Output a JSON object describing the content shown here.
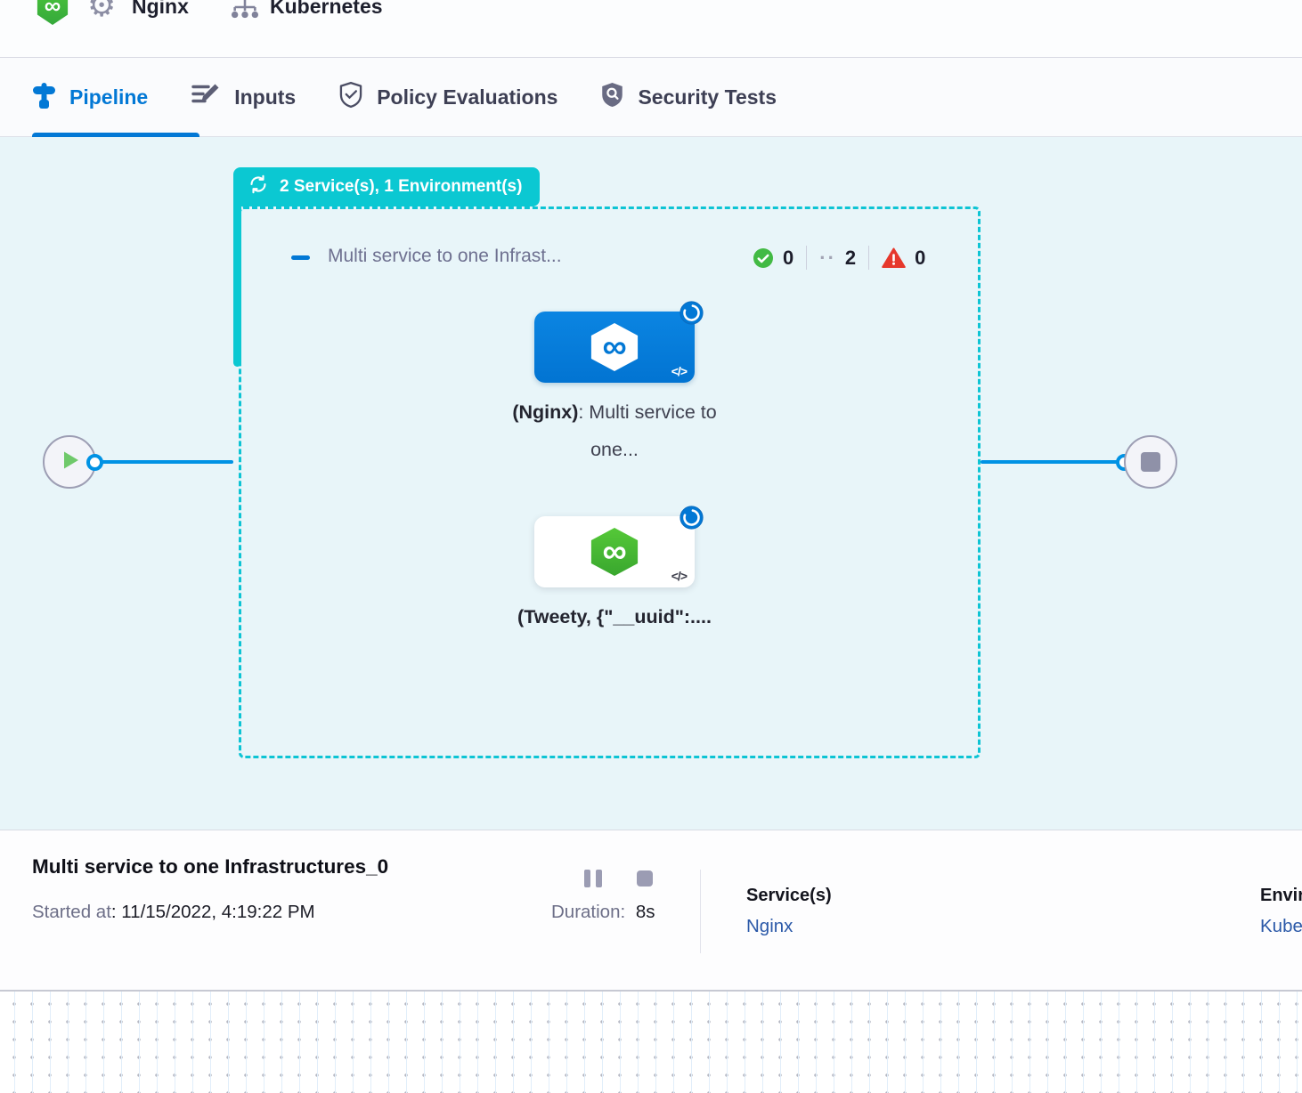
{
  "colors": {
    "accent_teal": "#0bc8d2",
    "primary_blue": "#0278d5",
    "flow_line_blue": "#0092e4",
    "success_green": "#42ba44",
    "danger_red": "#e6382c",
    "link_navy": "#2b59a8"
  },
  "header": {
    "service_name": "Nginx",
    "environment_name": "Kubernetes"
  },
  "tabs": [
    {
      "label": "Pipeline",
      "active": true
    },
    {
      "label": "Inputs",
      "active": false
    },
    {
      "label": "Policy Evaluations",
      "active": false
    },
    {
      "label": "Security Tests",
      "active": false
    }
  ],
  "canvas": {
    "stage_badge": "2 Service(s), 1 Environment(s)",
    "stage_title": "Multi service to one Infrast...",
    "status": {
      "success": "0",
      "running": "2",
      "failed": "0"
    },
    "nodes": [
      {
        "bold": "(Nginx)",
        "rest": ": Multi service to one..."
      },
      {
        "bold": "(Tweety, {\"__uuid\":....",
        "rest": ""
      }
    ],
    "code_glyph": "</>",
    "infinity_glyph": "∞"
  },
  "footer": {
    "title": "Multi service to one Infrastructures_0",
    "started_label": "Started at",
    "started_value": ": 11/15/2022, 4:19:22 PM",
    "duration_label": "Duration:",
    "duration_value": "8s",
    "services_label": "Service(s)",
    "services_value": "Nginx",
    "environment_label": "Environment(s)",
    "environment_value": "Kubernetes"
  }
}
